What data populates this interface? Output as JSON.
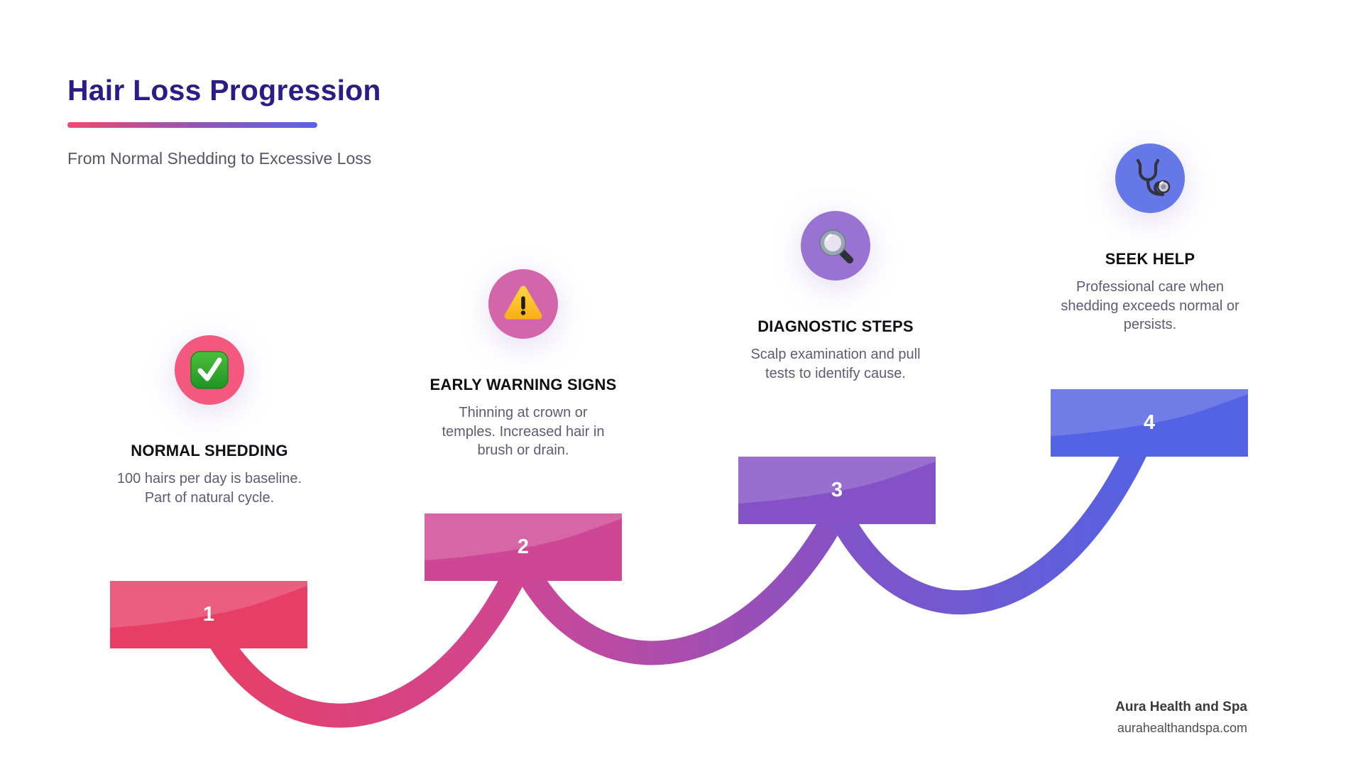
{
  "header": {
    "title": "Hair Loss Progression",
    "subtitle": "From Normal Shedding to Excessive Loss"
  },
  "steps": [
    {
      "number": "1",
      "title": "NORMAL SHEDDING",
      "description": "100 hairs per day is baseline.\nPart of natural cycle.",
      "icon": "check-mark-button",
      "circle_color": "#F4587E",
      "bar_color": "#E73E66"
    },
    {
      "number": "2",
      "title": "EARLY WARNING SIGNS",
      "description": "Thinning at crown or\ntemples. Increased hair in\nbrush or drain.",
      "icon": "warning-sign",
      "circle_color": "#D366AB",
      "bar_color": "#CE4795"
    },
    {
      "number": "3",
      "title": "DIAGNOSTIC STEPS",
      "description": "Scalp examination and pull\ntests to identify cause.",
      "icon": "magnifying-glass",
      "circle_color": "#9A73D2",
      "bar_color": "#8452C6"
    },
    {
      "number": "4",
      "title": "SEEK HELP",
      "description": "Professional care when\nshedding exceeds normal or\npersists.",
      "icon": "stethoscope",
      "circle_color": "#6677E8",
      "bar_color": "#5463E3"
    }
  ],
  "footer": {
    "brand": "Aura Health and Spa",
    "website": "aurahealthandspa.com"
  },
  "colors": {
    "title_text": "#2D1C87",
    "underline_start": "#EF4A6E",
    "underline_end": "#5B63E8",
    "body_text": "#5E5B73"
  }
}
